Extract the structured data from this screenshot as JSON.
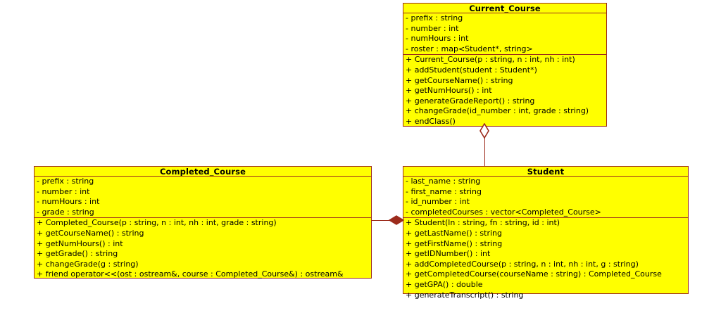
{
  "diagram": {
    "type": "uml-class-diagram",
    "background_color": "#ffffff",
    "class_fill_color": "#ffff00",
    "class_border_color": "#9c2b1c",
    "text_color": "#000000",
    "classes": [
      {
        "id": "current_course",
        "name": "Current_Course",
        "attributes": [
          "- prefix : string",
          "- number : int",
          "- numHours : int",
          "- roster : map<Student*, string>"
        ],
        "methods": [
          "+ Current_Course(p : string, n : int, nh : int)",
          "+ addStudent(student : Student*)",
          "+ getCourseName() : string",
          "+ getNumHours() : int",
          "+ generateGradeReport() : string",
          "+ changeGrade(id_number : int, grade : string)",
          "+ endClass()"
        ]
      },
      {
        "id": "completed_course",
        "name": "Completed_Course",
        "attributes": [
          "- prefix : string",
          "- number : int",
          "- numHours : int",
          "- grade : string"
        ],
        "methods": [
          "+ Completed_Course(p : string, n : int, nh : int, grade : string)",
          "+ getCourseName() : string",
          "+ getNumHours() : int",
          "+ getGrade() : string",
          "+ changeGrade(g : string)",
          "+ friend operator<<(ost : ostream&, course : Completed_Course&) : ostream&"
        ]
      },
      {
        "id": "student",
        "name": "Student",
        "attributes": [
          "- last_name : string",
          "- first_name : string",
          "- id_number : int",
          "- completedCourses : vector<Completed_Course>"
        ],
        "methods": [
          "+ Student(ln : string, fn : string, id : int)",
          "+ getLastName() : string",
          "+ getFirstName() : string",
          "+ getIDNumber() : int",
          "+ addCompletedCourse(p : string, n : int, nh : int, g : string)",
          "+ getCompletedCourse(courseName : string) : Completed_Course",
          "+ getGPA() : double",
          "+ generateTranscript() : string"
        ]
      }
    ],
    "relationships": [
      {
        "id": "current_course-student",
        "kind": "aggregation",
        "marker": "hollow-diamond",
        "from": "current_course",
        "to": "student",
        "orientation": "vertical"
      },
      {
        "id": "completed_course-student",
        "kind": "composition",
        "marker": "filled-diamond",
        "from": "completed_course",
        "to": "student",
        "orientation": "horizontal"
      }
    ]
  }
}
